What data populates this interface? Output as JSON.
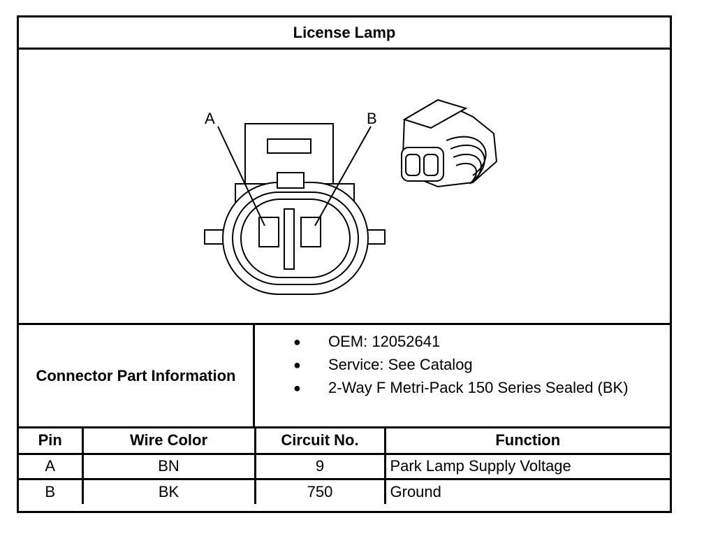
{
  "title": "License Lamp",
  "figure": {
    "pin_labels": [
      "A",
      "B"
    ]
  },
  "connector_info": {
    "label": "Connector Part Information",
    "items": [
      "OEM: 12052641",
      "Service: See Catalog",
      "2-Way F Metri-Pack 150 Series Sealed (BK)"
    ]
  },
  "pin_table": {
    "headers": [
      "Pin",
      "Wire Color",
      "Circuit No.",
      "Function"
    ],
    "rows": [
      [
        "A",
        "BN",
        "9",
        "Park Lamp Supply Voltage"
      ],
      [
        "B",
        "BK",
        "750",
        "Ground"
      ]
    ]
  }
}
